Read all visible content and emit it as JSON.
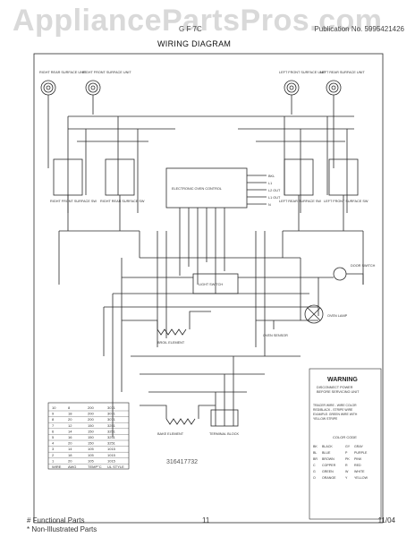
{
  "watermark": "AppliancePartsPros.com",
  "header": {
    "model_left": "G F 7C",
    "model_right": "Publication No. 5995421426",
    "title": "WIRING DIAGRAM"
  },
  "labels": {
    "surface_units": [
      "RIGHT REAR SURFACE UNIT",
      "RIGHT FRONT SURFACE UNIT",
      "LEFT FRONT SURFACE UNIT",
      "LEFT REAR SURFACE UNIT"
    ],
    "switches": [
      "RIGHT FRONT SURFACE SW",
      "RIGHT REAR SURFACE SW",
      "LEFT REAR SURFACE SW",
      "LEFT FRONT SURFACE SW"
    ],
    "control": "ELECTRONIC OVEN CONTROL",
    "control_terminals": [
      "BKL",
      "L1",
      "L2 OUT",
      "L1 OUT",
      "N"
    ],
    "light_switch": "LIGHT SWITCH",
    "door_switch": "DOOR SWITCH",
    "oven_lamp": "OVEN LAMP",
    "broil_element": "BROIL ELEMENT",
    "bake_element": "BAKE ELEMENT",
    "oven_sensor": "OVEN SENSOR",
    "terminal_block": "TERMINAL BLOCK",
    "part_number": "316417732"
  },
  "warning": {
    "title": "WARNING",
    "lines": [
      "DISCONNECT POWER",
      "BEFORE SERVICING UNIT"
    ],
    "notes": [
      "TRACER WIRE - WIRE COLOR",
      "RED/BLACK - STRIPE WIRE",
      "EXAMPLE: GREEN WIRE WITH",
      "YELLOW STRIPE"
    ]
  },
  "color_code": {
    "title": "COLOR CODE",
    "rows": [
      [
        "BK",
        "BLACK",
        "GY",
        "GRAY"
      ],
      [
        "BL",
        "BLUE",
        "P",
        "PURPLE"
      ],
      [
        "BR",
        "BROWN",
        "PK",
        "PINK"
      ],
      [
        "C",
        "COPPER",
        "R",
        "RED"
      ],
      [
        "G",
        "GREEN",
        "W",
        "WHITE"
      ],
      [
        "O",
        "ORANGE",
        "Y",
        "YELLOW"
      ]
    ]
  },
  "wire_table": {
    "headers": [
      "WIRE",
      "AWG",
      "TEMP°C",
      "UL STYLE"
    ],
    "rows": [
      [
        "10",
        "8",
        "200",
        "3071"
      ],
      [
        "9",
        "18",
        "200",
        "3071"
      ],
      [
        "8",
        "20",
        "200",
        "3071"
      ],
      [
        "7",
        "12",
        "150",
        "3251"
      ],
      [
        "6",
        "14",
        "150",
        "3251"
      ],
      [
        "5",
        "16",
        "150",
        "3251"
      ],
      [
        "4",
        "20",
        "150",
        "3251"
      ],
      [
        "3",
        "14",
        "105",
        "1015"
      ],
      [
        "2",
        "18",
        "105",
        "1015"
      ],
      [
        "1",
        "20",
        "105",
        "1015"
      ]
    ]
  },
  "footer": {
    "functional": "# Functional Parts",
    "non_illustrated": "* Non-Illustrated Parts",
    "page": "11",
    "date": "11/04"
  },
  "colors": {
    "line": "#2a2a2a",
    "watermark": "#d9d9d9",
    "paper": "#ffffff"
  }
}
